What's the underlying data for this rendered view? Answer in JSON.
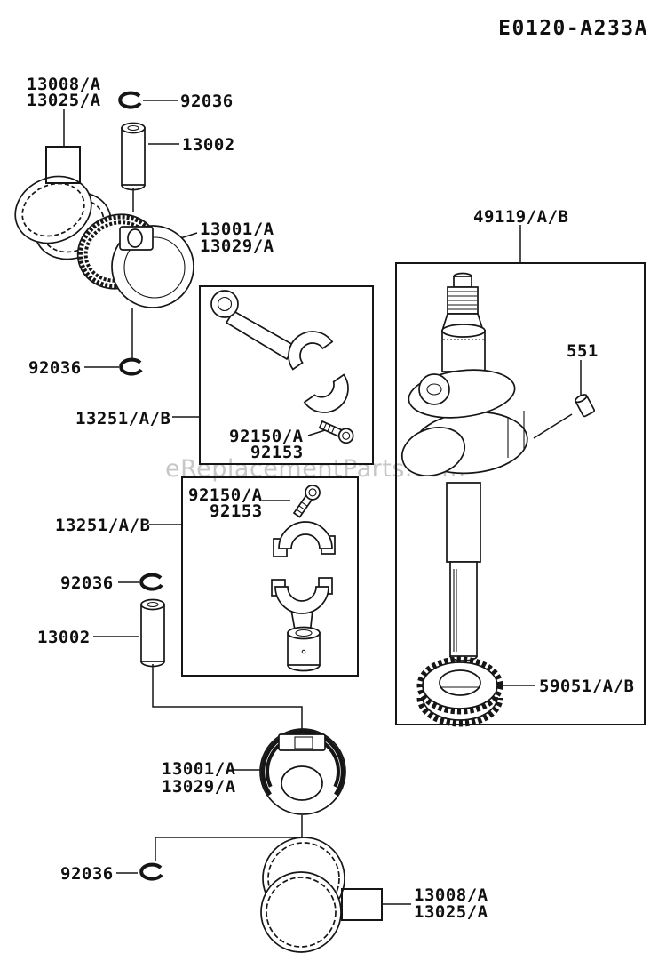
{
  "title": "E0120-A233A",
  "watermark": "eReplacementParts.com",
  "labels": {
    "rings_top_1": "13008/A",
    "rings_top_2": "13025/A",
    "circlip_top": "92036",
    "pin_top": "13002",
    "piston_top_1": "13001/A",
    "piston_top_2": "13029/A",
    "circlip_mid": "92036",
    "conrod_box1": "13251/A/B",
    "rod_bolt1_1": "92150/A",
    "rod_bolt1_2": "92153",
    "crankshaft": "49119/A/B",
    "dowel_pin": "551",
    "rod_bolt2_1": "92150/A",
    "rod_bolt2_2": "92153",
    "conrod_box2": "13251/A/B",
    "circlip_left": "92036",
    "pin_left": "13002",
    "spur_gear": "59051/A/B",
    "piston_bottom_1": "13001/A",
    "piston_bottom_2": "13029/A",
    "circlip_bottom": "92036",
    "rings_bottom_1": "13008/A",
    "rings_bottom_2": "13025/A"
  }
}
